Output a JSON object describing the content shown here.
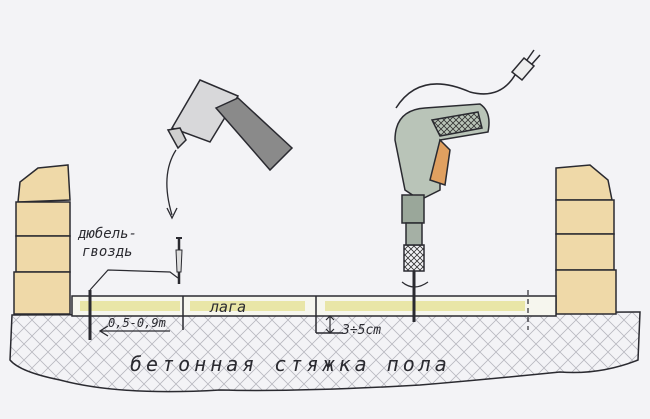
{
  "labels": {
    "dowel_nail_line1": "дюбель-",
    "dowel_nail_line2": "гвоздь",
    "joist": "лага",
    "spacing": "0,5-0,9m",
    "gap": "3÷5cm",
    "screed": "бетонная стяжка пола"
  },
  "colors": {
    "ink": "#2a2a30",
    "wood": "#e6e39a",
    "brick": "#efd9a8",
    "drill_body": "#b9c4b8",
    "drill_accent": "#e0a060",
    "hammer": "#8a8a8a"
  }
}
